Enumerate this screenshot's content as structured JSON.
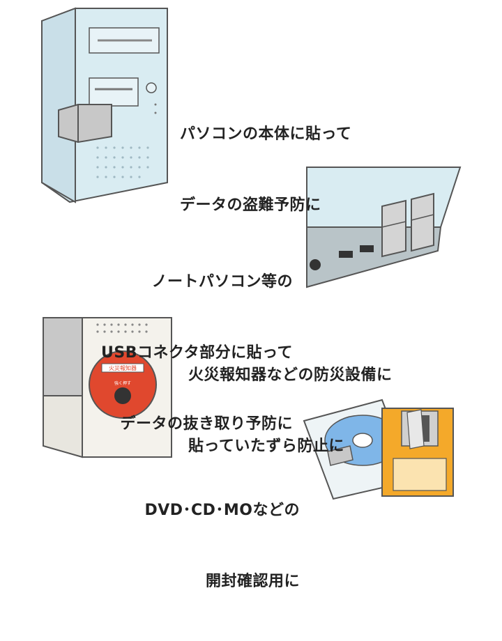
{
  "captions": {
    "pc_tower": [
      "パソコンの本体に貼って",
      "データの盗難予防に"
    ],
    "notebook": [
      "ノートパソコン等の",
      "USBコネクタ部分に貼って",
      "データの抜き取り予防に"
    ],
    "fire_alarm": [
      "火災報知器などの防災設備に",
      "貼っていたずら防止に"
    ],
    "media": [
      "DVD･CD･MOなどの",
      "開封確認用に"
    ]
  },
  "alarm_label": "火災報知器",
  "alarm_button_label": "強く押す",
  "illustrations": {
    "pc_tower": "desktop-tower-illustration",
    "notebook": "notebook-side-illustration",
    "fire_alarm": "fire-alarm-illustration",
    "media": "disc-case-and-floppy-illustration"
  },
  "colors": {
    "pc_body": "#d9ecf2",
    "outline": "#555555",
    "seal": "#c8c8c8",
    "alarm_red": "#e0482e",
    "floppy_orange": "#f4a92a",
    "disc_blue": "#7fb6e8"
  }
}
